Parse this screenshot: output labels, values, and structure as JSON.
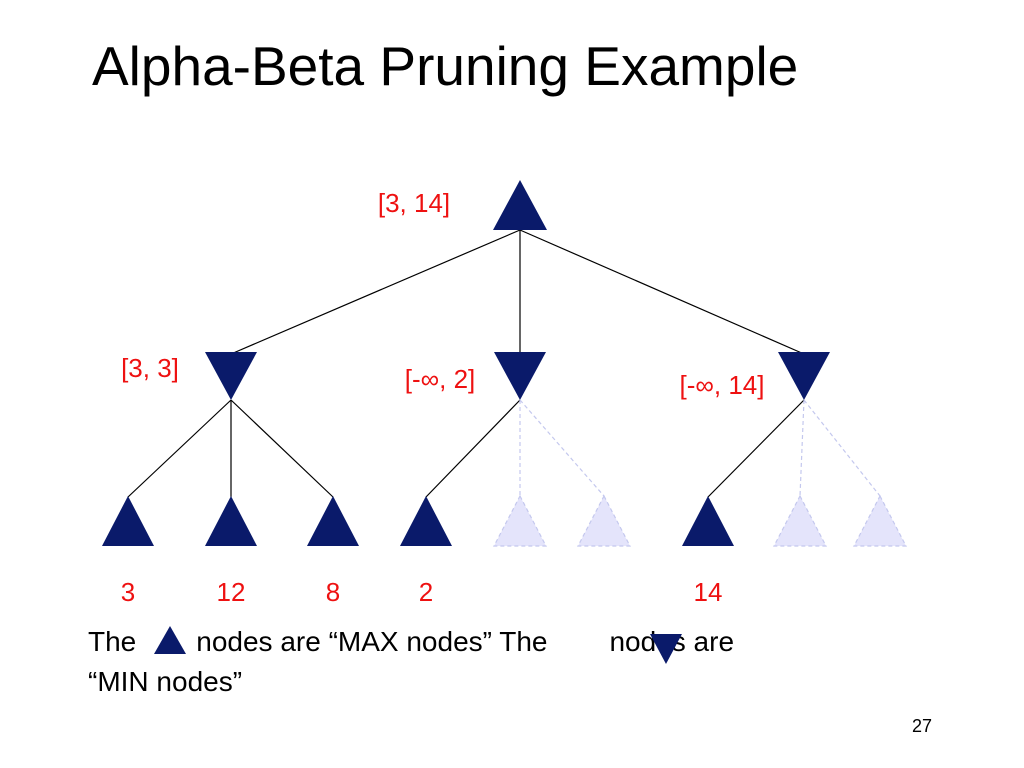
{
  "slide": {
    "title": "Alpha-Beta Pruning Example",
    "page_number": "27"
  },
  "colors": {
    "node_fill": "#0a1a6a",
    "pruned_fill": "#e4e4fb",
    "pruned_edge": "#c4c8ee",
    "label_red": "#ee1111",
    "edge_black": "#000000"
  },
  "tree": {
    "root": {
      "type": "max",
      "label": "[3, 14]"
    },
    "children": [
      {
        "type": "min",
        "label": "[3, 3]",
        "leaves": [
          {
            "value": "3",
            "pruned": false
          },
          {
            "value": "12",
            "pruned": false
          },
          {
            "value": "8",
            "pruned": false
          }
        ]
      },
      {
        "type": "min",
        "label": "[-∞, 2]",
        "leaves": [
          {
            "value": "2",
            "pruned": false
          },
          {
            "value": "",
            "pruned": true
          },
          {
            "value": "",
            "pruned": true
          }
        ]
      },
      {
        "type": "min",
        "label": "[-∞, 14]",
        "leaves": [
          {
            "value": "14",
            "pruned": false
          },
          {
            "value": "",
            "pruned": true
          },
          {
            "value": "",
            "pruned": true
          }
        ]
      }
    ]
  },
  "caption": {
    "part1": "The",
    "part2": "nodes are “MAX nodes” The",
    "part3": "nodes are",
    "part4": "“MIN nodes”"
  }
}
